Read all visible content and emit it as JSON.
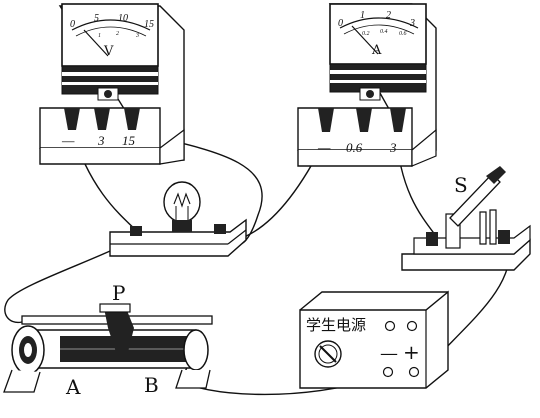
{
  "voltmeter": {
    "symbol": "V",
    "scale_numbers": [
      "0",
      "5",
      "10",
      "15"
    ],
    "inner_scale": [
      "1",
      "2",
      "3"
    ],
    "terminals": [
      "—",
      "3",
      "15"
    ]
  },
  "ammeter": {
    "symbol": "A",
    "scale_numbers": [
      "0",
      "1",
      "2",
      "3"
    ],
    "inner_scale": [
      "0.2",
      "0.4",
      "0.6"
    ],
    "terminals": [
      "—",
      "0.6",
      "3"
    ]
  },
  "switch": {
    "label": "S"
  },
  "rheostat": {
    "slider_label": "P",
    "end_a": "A",
    "end_b": "B"
  },
  "power_supply": {
    "label": "学生电源",
    "minus": "—",
    "plus": "+"
  },
  "colors": {
    "ink": "#111111",
    "panel": "#ffffff",
    "band": "#222222"
  }
}
